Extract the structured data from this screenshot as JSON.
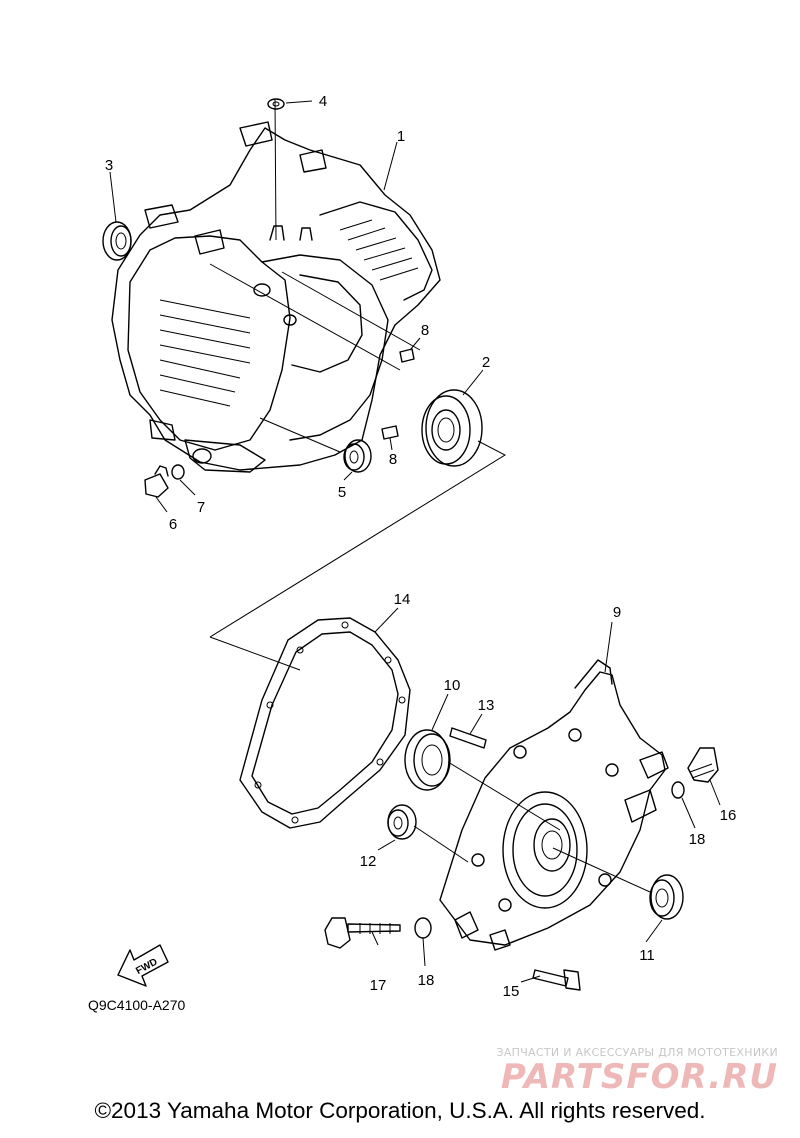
{
  "diagram": {
    "callouts": [
      {
        "id": "1",
        "label": "1"
      },
      {
        "id": "2",
        "label": "2"
      },
      {
        "id": "3",
        "label": "3"
      },
      {
        "id": "4",
        "label": "4"
      },
      {
        "id": "5",
        "label": "5"
      },
      {
        "id": "6",
        "label": "6"
      },
      {
        "id": "7",
        "label": "7"
      },
      {
        "id": "8a",
        "label": "8"
      },
      {
        "id": "8b",
        "label": "8"
      },
      {
        "id": "9",
        "label": "9"
      },
      {
        "id": "10",
        "label": "10"
      },
      {
        "id": "11",
        "label": "11"
      },
      {
        "id": "12",
        "label": "12"
      },
      {
        "id": "13",
        "label": "13"
      },
      {
        "id": "14",
        "label": "14"
      },
      {
        "id": "15",
        "label": "15"
      },
      {
        "id": "16",
        "label": "16"
      },
      {
        "id": "17",
        "label": "17"
      },
      {
        "id": "18a",
        "label": "18"
      },
      {
        "id": "18b",
        "label": "18"
      }
    ],
    "fwd_label": "FWD",
    "diagram_code": "Q9C4100-A270"
  },
  "watermark": {
    "tagline": "ЗАПЧАСТИ И АКСЕССУАРЫ ДЛЯ МОТОТЕХНИКИ",
    "brand": "PARTSFOR.RU"
  },
  "footer": {
    "copyright": "©2013 Yamaha Motor Corporation, U.S.A. All rights reserved."
  }
}
